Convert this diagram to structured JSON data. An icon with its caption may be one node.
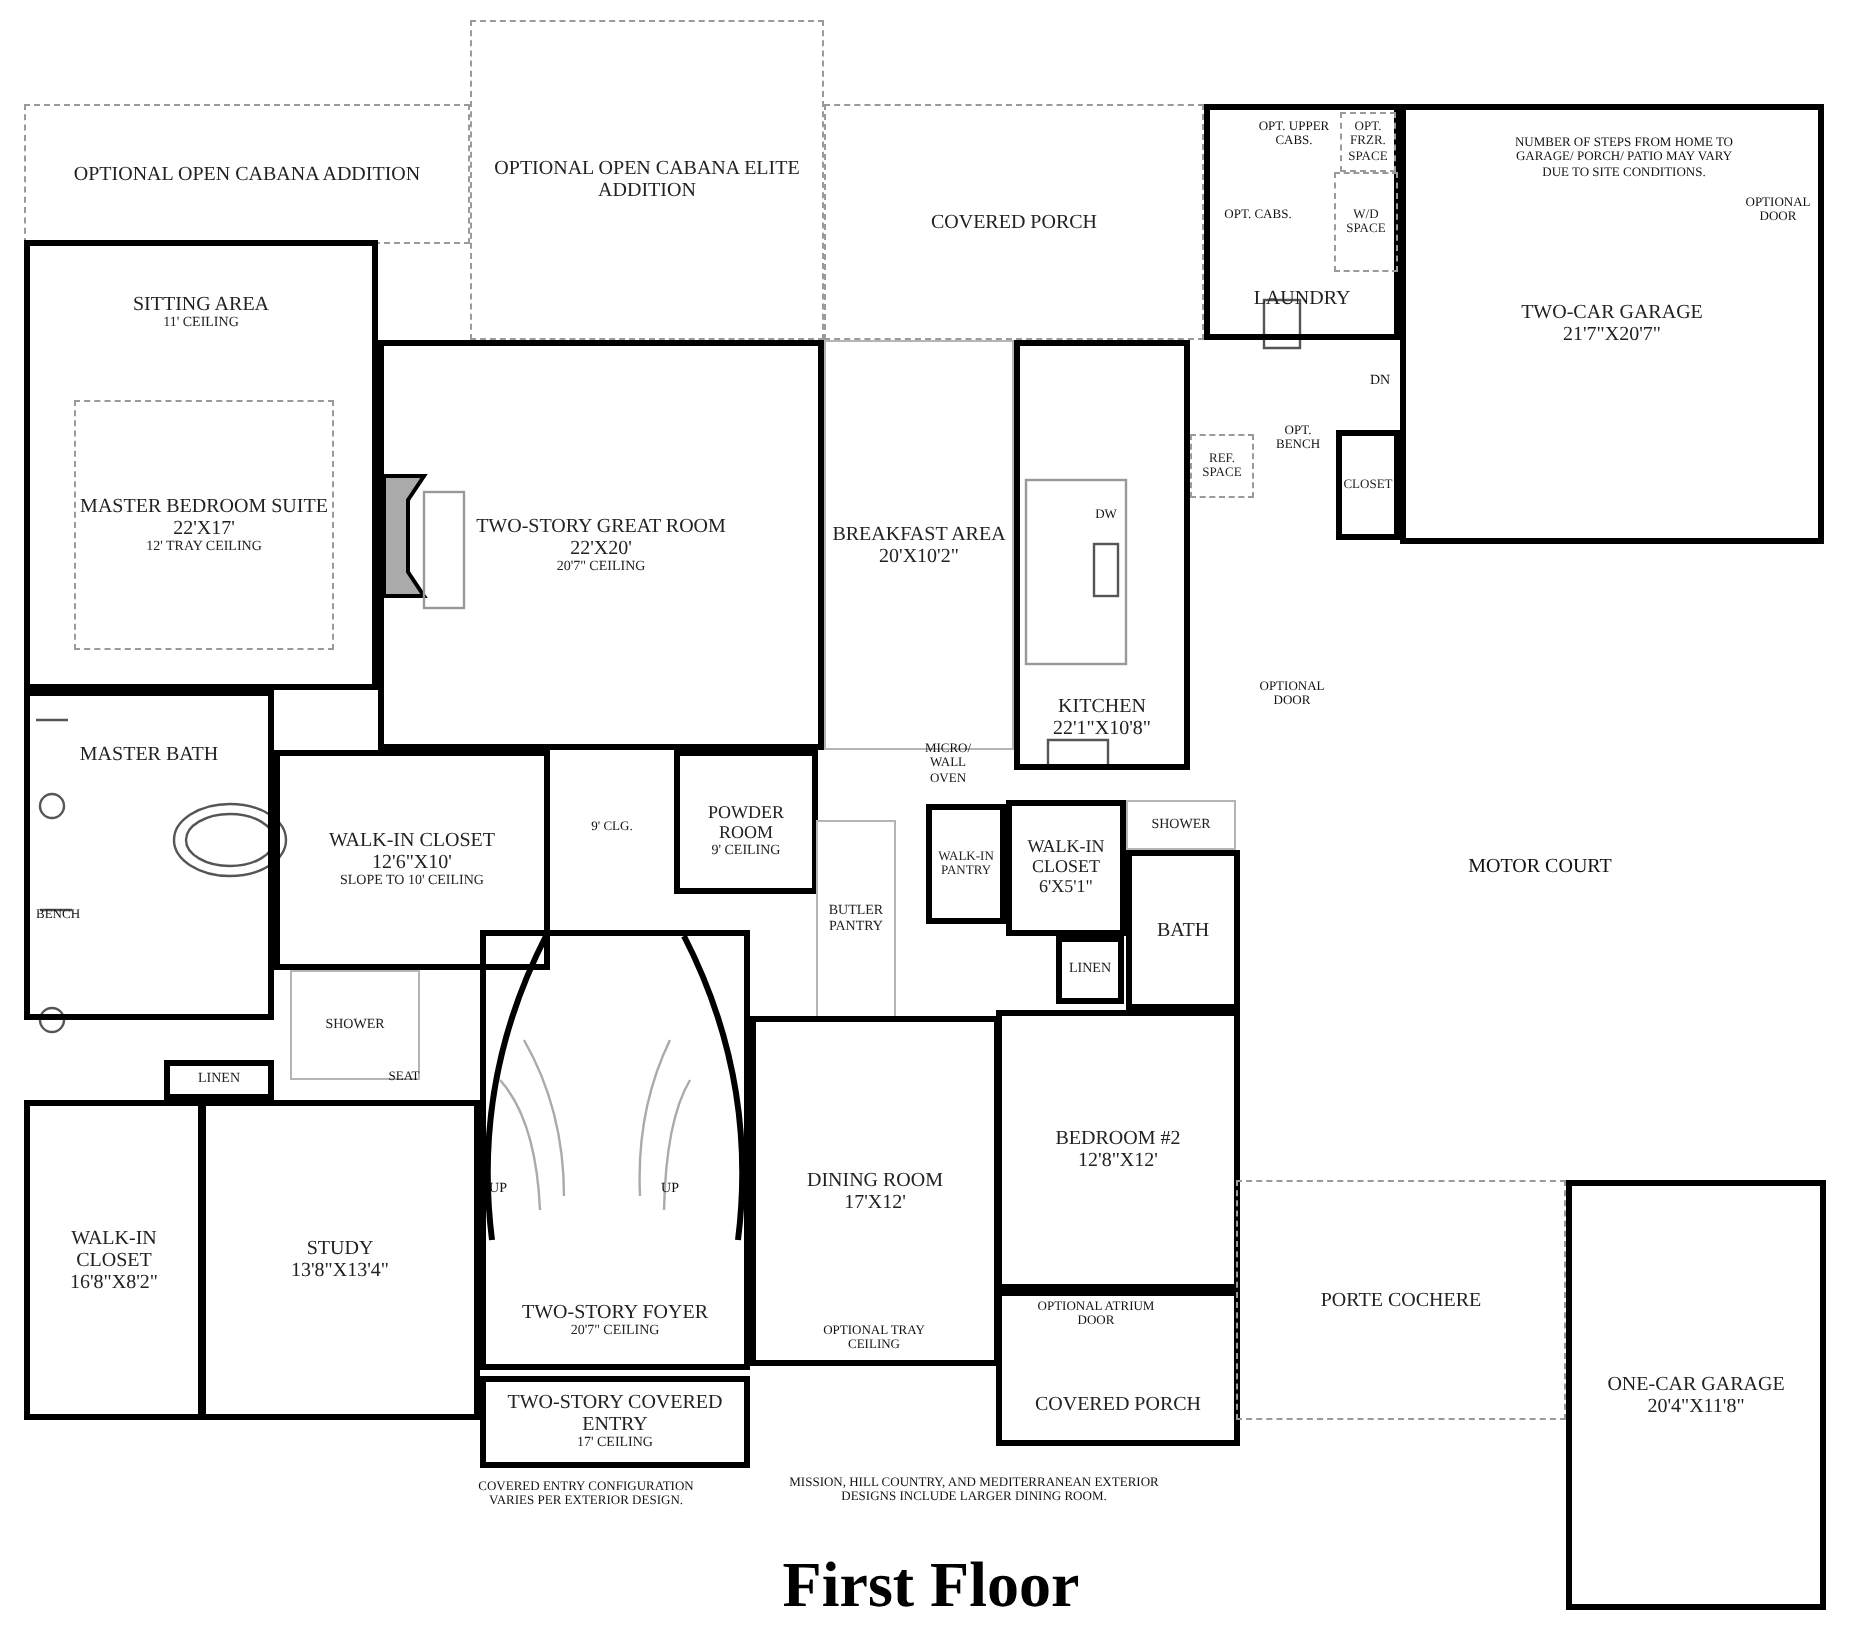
{
  "diagram": {
    "title": "First Floor",
    "nodes": [
      {
        "text": [
          "OPTIONAL OPEN CABANA ADDITION"
        ]
      },
      {
        "text": [
          "OPTIONAL OPEN CABANA ELITE ADDITION"
        ]
      },
      {
        "text": [
          "COVERED PORCH"
        ]
      },
      {
        "text": [
          "SITTING AREA",
          "11' CEILING"
        ]
      },
      {
        "text": [
          "MASTER BEDROOM SUITE",
          "22'X17'",
          "12' TRAY CEILING"
        ],
        "in": 3
      },
      {
        "text": [
          "TWO-STORY GREAT ROOM",
          "22'X20'",
          "20'7\" CEILING"
        ]
      },
      {
        "text": [
          "BREAKFAST AREA",
          "20'X10'2\""
        ]
      },
      {
        "text": [
          "KITCHEN",
          "22'1\"X10'8\""
        ]
      },
      {
        "text": [
          "LAUNDRY"
        ]
      },
      {
        "text": [
          "OPT. FRZR. SPACE"
        ],
        "in": 8
      },
      {
        "text": [
          "W/D SPACE"
        ],
        "in": 8
      },
      {
        "text": [
          "TWO-CAR GARAGE",
          "21'7\"X20'7\""
        ]
      },
      {
        "text": [
          "REF. SPACE"
        ]
      },
      {
        "text": [
          "CLOSET"
        ]
      },
      {
        "text": [
          "MASTER BATH"
        ]
      },
      {
        "text": [
          "WALK-IN CLOSET",
          "12'6\"X10'",
          "SLOPE TO 10' CEILING"
        ]
      },
      {
        "text": [
          "POWDER ROOM",
          "9' CEILING"
        ]
      },
      {
        "text": [
          "SHOWER"
        ]
      },
      {
        "text": [
          "LINEN"
        ]
      },
      {
        "text": [
          "WALK-IN CLOSET",
          "16'8\"X8'2\""
        ]
      },
      {
        "text": [
          "STUDY",
          "13'8\"X13'4\""
        ]
      },
      {
        "text": [
          "TWO-STORY FOYER",
          "20'7\" CEILING"
        ]
      },
      {
        "text": [
          "TWO-STORY COVERED ENTRY",
          "17' CEILING"
        ]
      },
      {
        "text": [
          "BUTLER PANTRY"
        ]
      },
      {
        "text": [
          "WALK-IN PANTRY"
        ]
      },
      {
        "text": [
          "WALK-IN CLOSET",
          "6'X5'1\""
        ]
      },
      {
        "text": [
          "SHOWER"
        ]
      },
      {
        "text": [
          "BATH"
        ]
      },
      {
        "text": [
          "LINEN"
        ]
      },
      {
        "text": [
          "BEDROOM #2",
          "12'8\"X12'"
        ]
      },
      {
        "text": [
          "DINING ROOM",
          "17'X12'"
        ]
      },
      {
        "text": [
          "COVERED PORCH"
        ]
      },
      {
        "text": [
          "PORTE COCHERE"
        ]
      },
      {
        "text": [
          "ONE-CAR GARAGE",
          "20'4\"X11'8\""
        ]
      }
    ],
    "labels": [
      "OPT. UPPER CABS.",
      "OPT. CABS.",
      "NUMBER OF STEPS FROM HOME TO GARAGE/ PORCH/ PATIO MAY VARY DUE TO SITE CONDITIONS.",
      "OPTIONAL DOOR",
      "DN",
      "OPT. BENCH",
      "DW",
      "OPTIONAL DOOR",
      "MICRO/ WALL OVEN",
      "9' CLG.",
      "BENCH",
      "SEAT",
      "UP",
      "UP",
      "MOTOR COURT",
      "OPTIONAL TRAY CEILING",
      "OPTIONAL ATRIUM DOOR",
      "COVERED ENTRY CONFIGURATION VARIES PER EXTERIOR DESIGN.",
      "MISSION, HILL COUNTRY, AND MEDITERRANEAN EXTERIOR DESIGNS INCLUDE LARGER DINING ROOM."
    ]
  }
}
